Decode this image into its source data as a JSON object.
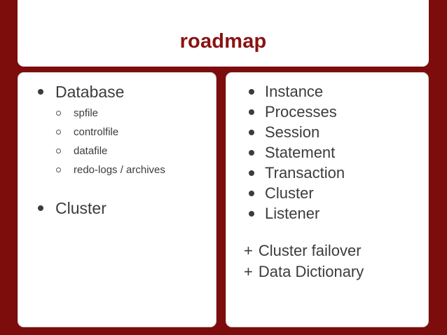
{
  "slide": {
    "background_color": "#7d0c0c",
    "card_background": "#ffffff",
    "card_border_color": "#d6d6d6",
    "title_color": "#8b1212",
    "text_color": "#3c3c3c"
  },
  "header": {
    "title": "roadmap"
  },
  "left_panel": {
    "items": [
      {
        "label": "Database",
        "children": [
          {
            "label": "spfile"
          },
          {
            "label": "controlfile"
          },
          {
            "label": "datafile"
          },
          {
            "label": "redo-logs / archives"
          }
        ]
      },
      {
        "label": "Cluster",
        "children": []
      }
    ]
  },
  "right_panel": {
    "items": [
      {
        "label": "Instance"
      },
      {
        "label": "Processes"
      },
      {
        "label": "Session"
      },
      {
        "label": "Statement"
      },
      {
        "label": "Transaction"
      },
      {
        "label": "Cluster"
      },
      {
        "label": "Listener"
      }
    ],
    "extras": [
      {
        "marker": "+",
        "label": "Cluster failover"
      },
      {
        "marker": "+",
        "label": "Data Dictionary"
      }
    ]
  }
}
